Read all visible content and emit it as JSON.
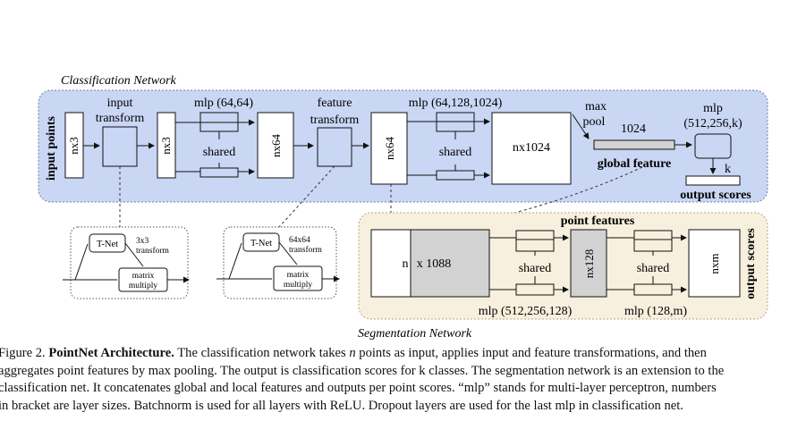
{
  "classification": {
    "title": "Classification Network",
    "input_points": "input points",
    "nx3_a": "nx3",
    "input_transform_l1": "input",
    "input_transform_l2": "transform",
    "nx3_b": "nx3",
    "mlp1": "mlp (64,64)",
    "shared1": "shared",
    "nx64_a": "nx64",
    "feature_transform_l1": "feature",
    "feature_transform_l2": "transform",
    "nx64_b": "nx64",
    "mlp2": "mlp (64,128,1024)",
    "shared2": "shared",
    "nx1024": "nx1024",
    "maxpool_l1": "max",
    "maxpool_l2": "pool",
    "dim1024": "1024",
    "global_feature": "global feature",
    "mlp3_l1": "mlp",
    "mlp3_l2": "(512,256,k)",
    "k": "k",
    "output_scores": "output scores"
  },
  "tnet3": {
    "tnet": "T-Net",
    "transform_l1": "3x3",
    "transform_l2": "transform",
    "matmul_l1": "matrix",
    "matmul_l2": "multiply"
  },
  "tnet64": {
    "tnet": "T-Net",
    "transform_l1": "64x64",
    "transform_l2": "transform",
    "matmul_l1": "matrix",
    "matmul_l2": "multiply"
  },
  "segmentation": {
    "title": "Segmentation Network",
    "point_features": "point features",
    "n_label": "n",
    "x1088": "x 1088",
    "shared1": "shared",
    "mlp1": "mlp (512,256,128)",
    "nx128": "nx128",
    "shared2": "shared",
    "mlp2": "mlp (128,m)",
    "nxm": "nxm",
    "output_scores": "output scores"
  },
  "caption": {
    "line1_prefix": "Figure 2. ",
    "line1_bold": "PointNet Architecture.",
    "line1_rest": " The classification network takes ",
    "line1_var": "n",
    "line1_end": " points as input, applies input and feature transformations, and then",
    "line2": "aggregates point features by max pooling. The output is classification scores for k classes. The segmentation network is an extension to the",
    "line3": "classification net. It concatenates global and local features and outputs per point scores. “mlp” stands for multi-layer perceptron, numbers",
    "line4": "in bracket are layer sizes. Batchnorm is used for all layers with ReLU. Dropout layers are used for the last mlp in classification net."
  },
  "colors": {
    "cls_bg": "#c9d6f4",
    "seg_bg": "#f8f0de",
    "box_blue": "#c9d6f4",
    "gray": "#d2d2d2"
  }
}
